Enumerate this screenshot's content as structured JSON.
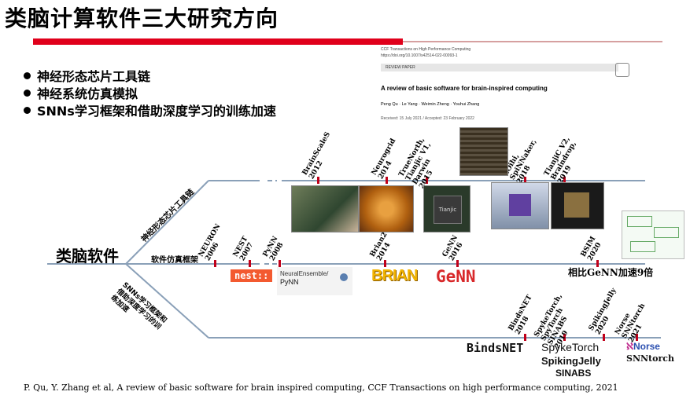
{
  "title": "类脑计算软件三大研究方向",
  "bullets": [
    "神经形态芯片工具链",
    "神经系统仿真模拟",
    "SNNs学习框架和借助深度学习的训练加速"
  ],
  "paper": {
    "journal": "CCF Transactions on High Performance Computing",
    "doi": "https://doi.org/10.1007/s42514-022-00093-1",
    "tag": "REVIEW PAPER",
    "title": "A review of basic software for brain-inspired computing",
    "authors": "Peng Qu · Le Yang · Weimin Zheng · Youhui Zhang",
    "received": "Received: 15 July 2021 / Accepted: 23 February 2022"
  },
  "root_label": "类脑软件",
  "branches": {
    "top": "神经形态芯片工具链",
    "middle": "软件仿真框架",
    "bottom": "SNNs学习框架和借助深度学习的训练加速"
  },
  "top_milestones": [
    "BrainScaleS\n2012",
    "Neurogrid\n2014",
    "TrueNorth,\nTianjic V1,\nDarwin\n2015",
    "LOihi,\nSpiNNaker,\n2018",
    "TianjiC V2,\nBraindrop,\n2019"
  ],
  "middle_milestones": [
    "NEURON\n2006",
    "NEST\n2007",
    "PyNN\n2008",
    "Brian2\n2014",
    "GeNN\n2016",
    "BSIM\n2020"
  ],
  "bottom_milestones": [
    "BindsNET\n2018",
    "SpykeTorch,\nSpyTorch\nSINABS\n2019",
    "SpikingJelly\n2020",
    "Norse\nSNNtorch\n2021"
  ],
  "logos": {
    "nest": "nest::",
    "pynn_top": "NeuralEnsemble/",
    "pynn_bottom": "PyNN",
    "brian": "BRIAN",
    "genn": "GeNN",
    "bsim_note": "相比GeNN加速9倍",
    "bindsnet": "BindsNET",
    "spyketorch": "SpykeTorch",
    "spikingjelly": "SpikingJelly",
    "sinabs": "SINABS",
    "norse": "Norse",
    "snntorch": "SNNtorch",
    "chip": "Tianjic"
  },
  "citation": "P. Qu, Y. Zhang et al, A review of basic software for brain inspired computing, CCF Transactions on high performance computing, 2021",
  "colors": {
    "accent": "#e0001b",
    "line": "#8aa0b8",
    "tick": "#c0001a"
  }
}
